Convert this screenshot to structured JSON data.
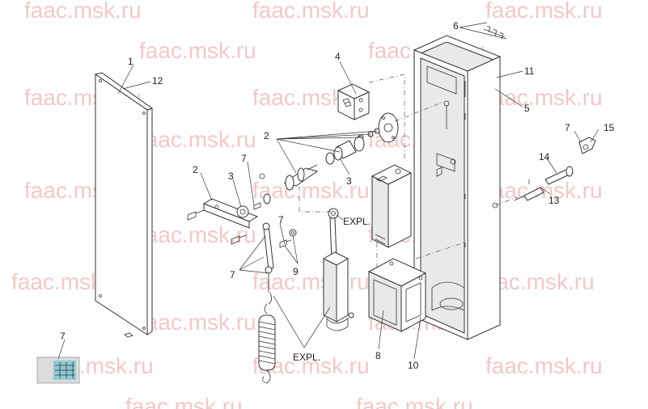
{
  "watermark": "faac.msk.ru",
  "colors": {
    "watermark": "#f3c8c8",
    "ink": "#222222",
    "swatch": "#8fc9d6"
  },
  "labels": {
    "l1": "1",
    "l12": "12",
    "l4": "4",
    "l6": "6",
    "l11": "11",
    "l5": "5",
    "l2a": "2",
    "l2b": "2",
    "l3a": "3",
    "l3b": "3",
    "l7a": "7",
    "l7b": "7",
    "l7c": "7",
    "l7d": "7",
    "l7e": "7",
    "l9": "9",
    "l8": "8",
    "l10": "10",
    "l13": "13",
    "l14": "14",
    "l15": "15",
    "expl1": "EXPL.",
    "expl2": "EXPL."
  }
}
